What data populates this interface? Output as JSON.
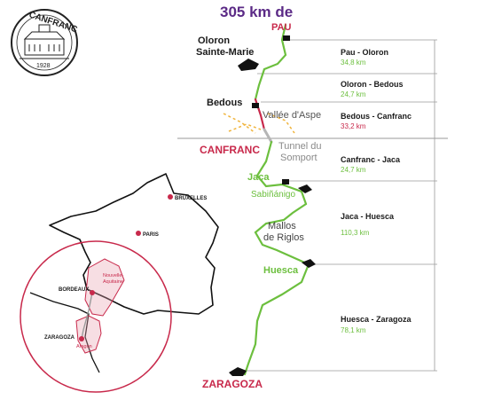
{
  "title": "305 km de",
  "logo": {
    "text": "CANFRANC",
    "subtext": "1928",
    "icon": "station-building-seal"
  },
  "stops": {
    "pau": "PAU",
    "oloron_line1": "Oloron",
    "oloron_line2": "Sainte-Marie",
    "bedous": "Bedous",
    "vallee": "Vallée d'Aspe",
    "canfranc": "CANFRANC",
    "tunnel_line1": "Tunnel du",
    "tunnel_line2": "Somport",
    "jaca": "Jaca",
    "sabinanigo": "Sabiñánigo",
    "mallos_line1": "Mallos",
    "mallos_line2": "de Riglos",
    "huesca": "Huesca",
    "zaragoza": "ZARAGOZA"
  },
  "segments": [
    {
      "name": "Pau - Oloron",
      "distance": "34,8 km",
      "color": "#6cbf3e"
    },
    {
      "name": "Oloron - Bedous",
      "distance": "24,7 km",
      "color": "#6cbf3e"
    },
    {
      "name": "Bedous - Canfranc",
      "distance": "33,2 km",
      "color": "#c8294b"
    },
    {
      "name": "Canfranc - Jaca",
      "distance": "24,7 km",
      "color": "#6cbf3e"
    },
    {
      "name": "Jaca - Huesca",
      "distance": "110,3 km",
      "color": "#6cbf3e"
    },
    {
      "name": "Huesca - Zaragoza",
      "distance": "78,1 km",
      "color": "#6cbf3e"
    }
  ],
  "inset": {
    "bruxelles": "BRUXELLES",
    "paris": "PARIS",
    "bordeaux": "BORDEAUX",
    "zaragoza": "ZARAGOZA",
    "region1_line1": "Nouvelle-",
    "region1_line2": "Aquitaine",
    "region2": "Aragon"
  },
  "colors": {
    "title": "#5b2a86",
    "accent_red": "#c8294b",
    "route_green": "#6cbf3e",
    "route_red": "#c8294b",
    "tunnel_gray": "#b5b5b5",
    "dashed_orange": "#f0b43c",
    "text_dark": "#1a1a1a",
    "border_gray": "#9a9a9a"
  }
}
